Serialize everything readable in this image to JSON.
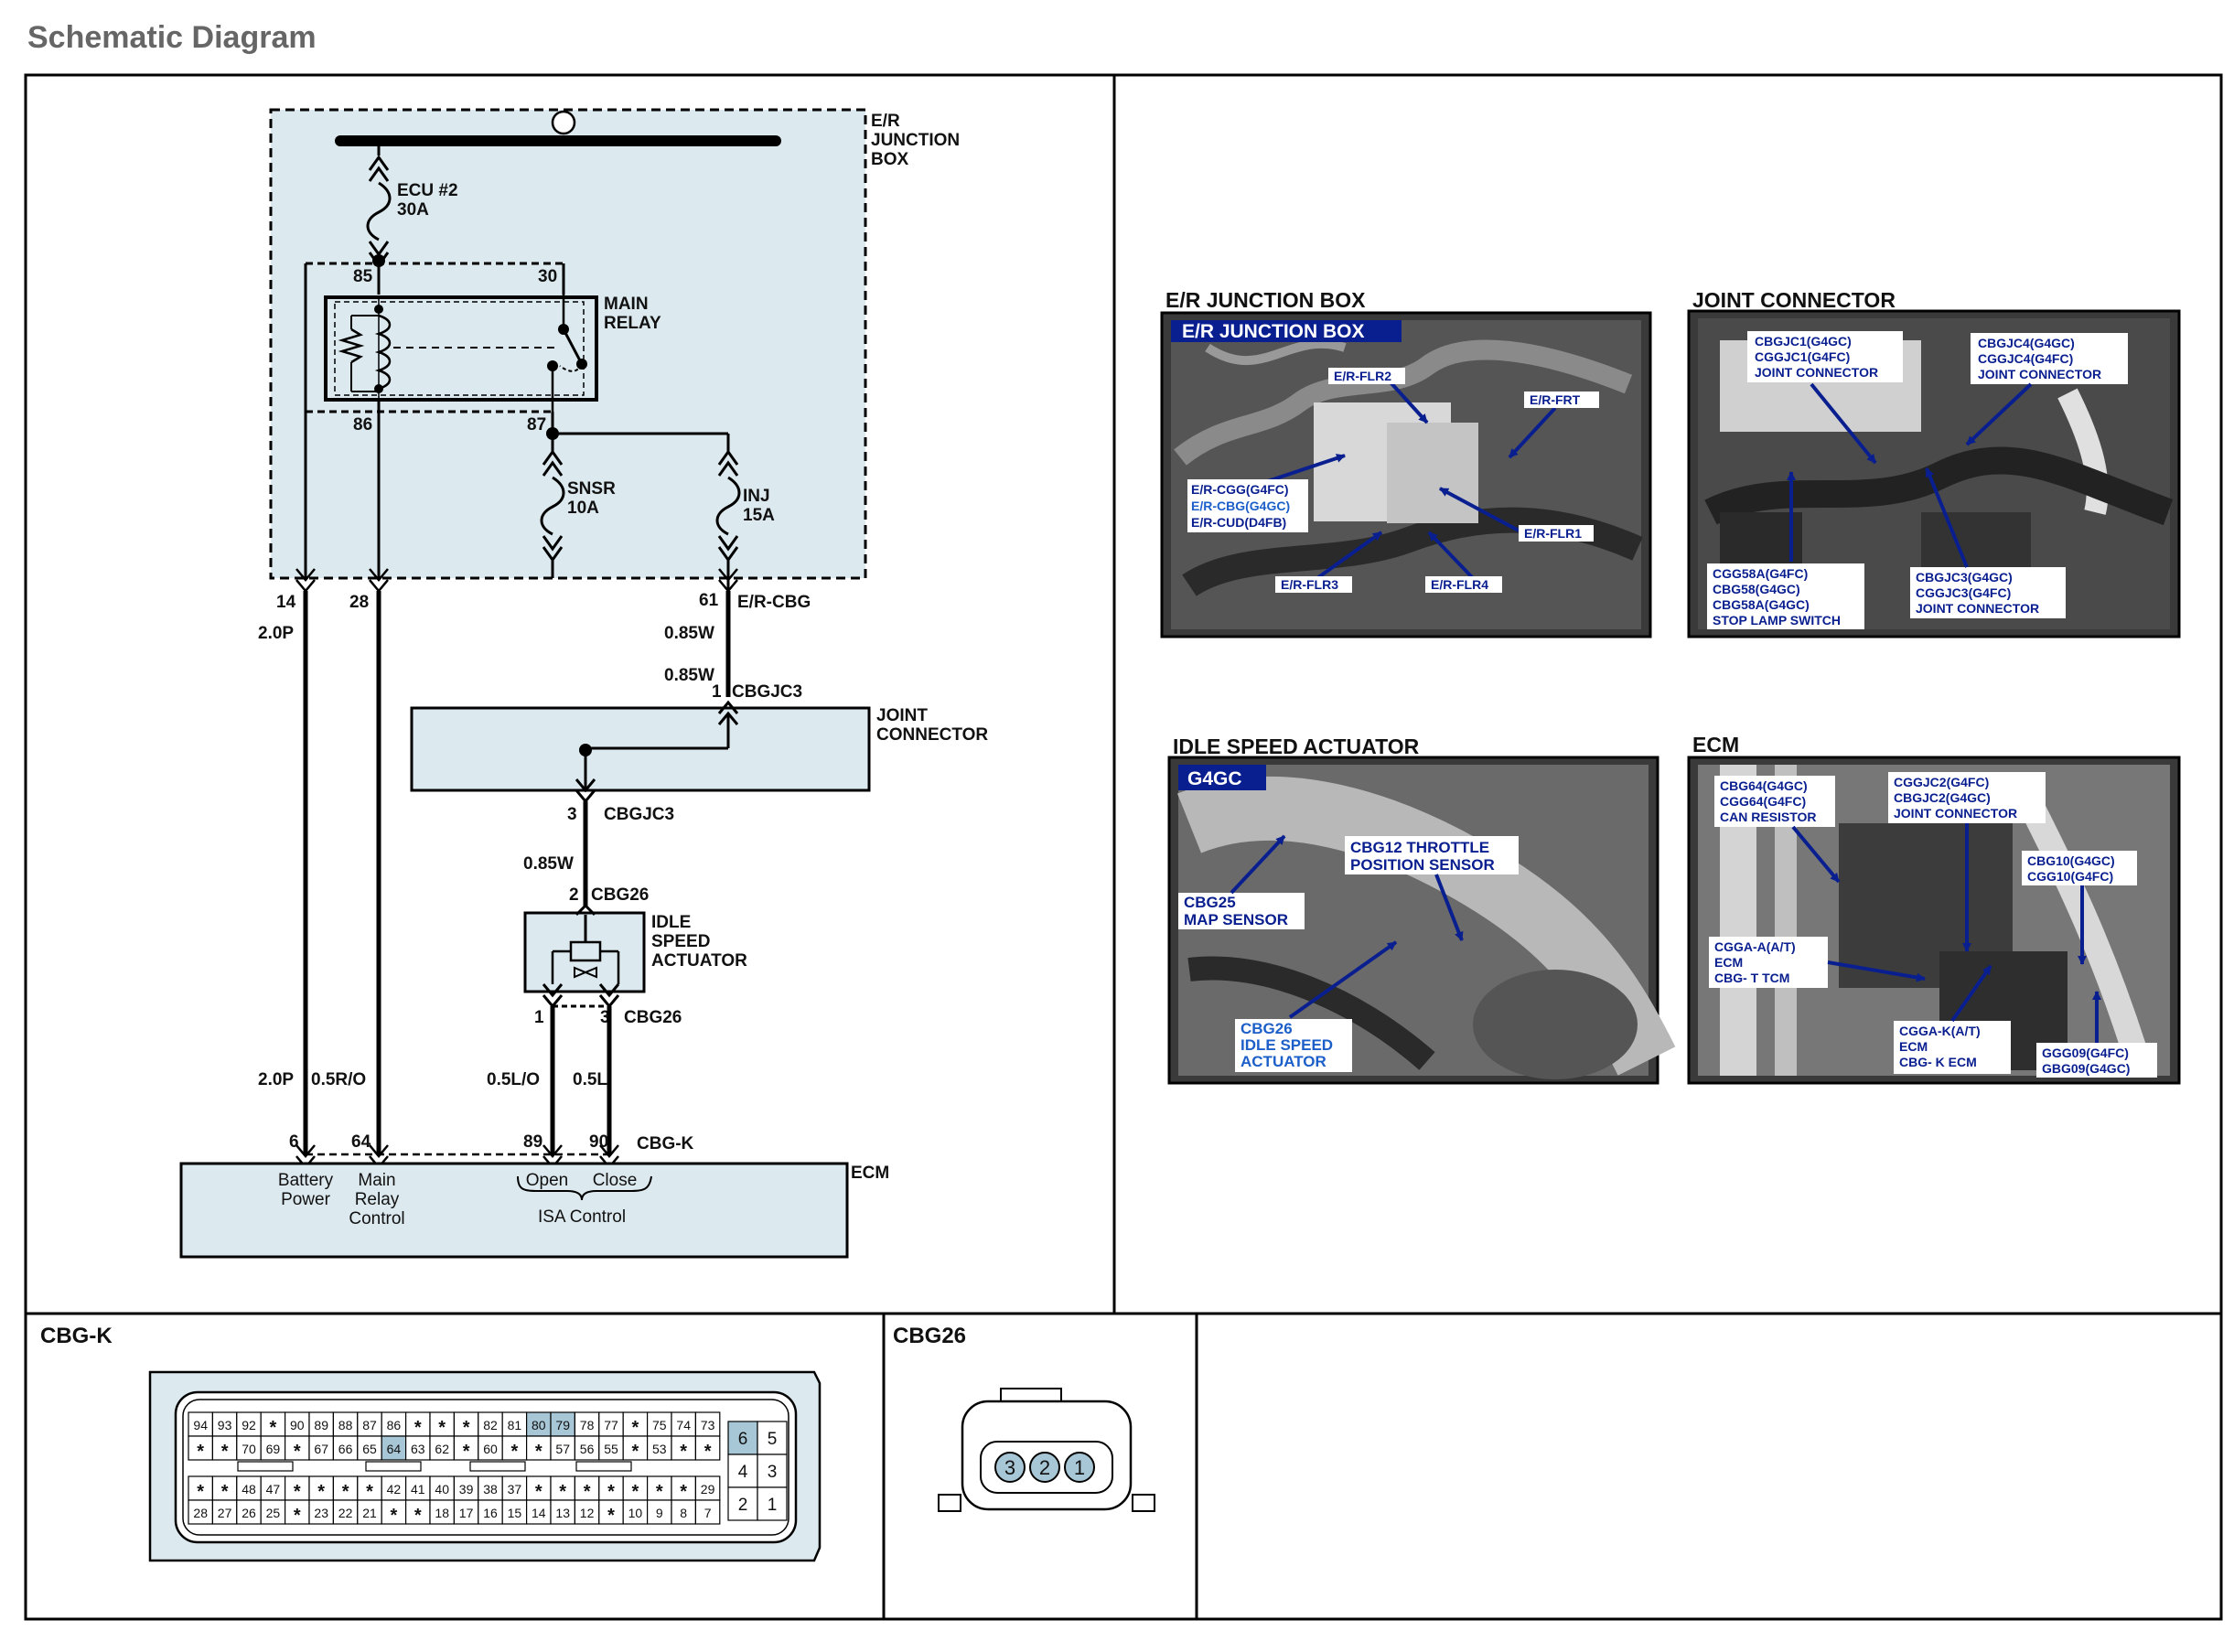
{
  "page_title": "Schematic Diagram",
  "schematic": {
    "junction_box": "E/R\nJUNCTION\nBOX",
    "fuse_ecu": "ECU #2\n30A",
    "fuse_snsr": "SNSR\n10A",
    "fuse_inj": "INJ\n15A",
    "main_relay": "MAIN\nRELAY",
    "relay_pins": {
      "p85": "85",
      "p30": "30",
      "p86": "86",
      "p87": "87"
    },
    "jb_pins": {
      "p14": "14",
      "p28": "28",
      "p61": "61",
      "conn": "E/R-CBG"
    },
    "wires": {
      "w20p_top": "2.0P",
      "w085w_a": "0.85W",
      "w085w_b": "0.85W",
      "w085w_c": "0.85W",
      "w20p_bot": "2.0P",
      "w05ro": "0.5R/O",
      "w05lo": "0.5L/O",
      "w05l": "0.5L"
    },
    "joint_connector": "JOINT\nCONNECTOR",
    "jc_pin1": "1",
    "jc_conn1": "CBGJC3",
    "jc_pin3": "3",
    "jc_conn3": "CBGJC3",
    "isa_pin2": "2",
    "isa_conn_top": "CBG26",
    "isa_label": "IDLE\nSPEED\nACTUATOR",
    "isa_pin1": "1",
    "isa_pin3": "3",
    "isa_conn_bot": "CBG26",
    "ecm_pins": {
      "p6": "6",
      "p64": "64",
      "p89": "89",
      "p90": "90",
      "conn": "CBG-K"
    },
    "ecm": "ECM",
    "ecm_battery": "Battery\nPower",
    "ecm_mainrelay": "Main\nRelay\nControl",
    "ecm_open": "Open",
    "ecm_close": "Close",
    "ecm_isa": "ISA Control"
  },
  "photos": {
    "er_jb": {
      "title": "E/R JUNCTION BOX",
      "banner": "E/R JUNCTION BOX",
      "callouts": {
        "flr2": "E/R-FLR2",
        "frt": "E/R-FRT",
        "cgg": "E/R-CGG(G4FC)",
        "cbg": "E/R-CBG(G4GC)",
        "cud": "E/R-CUD(D4FB)",
        "flr1": "E/R-FLR1",
        "flr3": "E/R-FLR3",
        "flr4": "E/R-FLR4"
      }
    },
    "joint": {
      "title": "JOINT CONNECTOR",
      "callouts": {
        "jc1": "CBGJC1(G4GC)\nCGGJC1(G4FC)\nJOINT CONNECTOR",
        "jc4": "CBGJC4(G4GC)\nCGGJC4(G4FC)\nJOINT CONNECTOR",
        "stop": "CGG58A(G4FC)\nCBG58(G4GC)\nCBG58A(G4GC)\nSTOP LAMP SWITCH",
        "jc3": "CBGJC3(G4GC)\nCGGJC3(G4FC)\nJOINT CONNECTOR"
      }
    },
    "isa": {
      "title": "IDLE SPEED ACTUATOR",
      "banner": "G4GC",
      "callouts": {
        "tps": "CBG12 THROTTLE\nPOSITION SENSOR",
        "map": "CBG25\nMAP SENSOR",
        "isa": "CBG26\nIDLE SPEED\nACTUATOR"
      }
    },
    "ecm": {
      "title": "ECM",
      "callouts": {
        "can": "CBG64(G4GC)\nCGG64(G4FC)\nCAN RESISTOR",
        "jc2": "CGGJC2(G4FC)\nCBGJC2(G4GC)\nJOINT CONNECTOR",
        "g10": "CBG10(G4GC)\nCGG10(G4FC)",
        "cgga": "CGGA-A(A/T)\nECM\nCBG- T TCM",
        "cggak": "CGGA-K(A/T)\nECM\nCBG- K ECM",
        "g09": "GGG09(G4FC)\nGBG09(G4GC)"
      }
    }
  },
  "connectors": {
    "cbgk": {
      "title": "CBG-K",
      "rows": [
        [
          "94",
          "93",
          "92",
          "*",
          "90",
          "89",
          "88",
          "87",
          "86",
          "*",
          "*",
          "*",
          "82",
          "81",
          "80",
          "79",
          "78",
          "77",
          "*",
          "75",
          "74",
          "73"
        ],
        [
          "*",
          "*",
          "70",
          "69",
          "*",
          "67",
          "66",
          "65",
          "64",
          "63",
          "62",
          "*",
          "60",
          "*",
          "*",
          "57",
          "56",
          "55",
          "*",
          "53",
          "*",
          "*"
        ],
        [
          "*",
          "*",
          "48",
          "47",
          "*",
          "*",
          "*",
          "*",
          "42",
          "41",
          "40",
          "39",
          "38",
          "37",
          "*",
          "*",
          "*",
          "*",
          "*",
          "*",
          "*",
          "29"
        ],
        [
          "28",
          "27",
          "26",
          "25",
          "*",
          "23",
          "22",
          "21",
          "*",
          "*",
          "18",
          "17",
          "16",
          "15",
          "14",
          "13",
          "12",
          "*",
          "10",
          "9",
          "8",
          "7"
        ]
      ],
      "side": [
        [
          "6",
          "5"
        ],
        [
          "4",
          "3"
        ],
        [
          "2",
          "1"
        ]
      ]
    },
    "cbg26": {
      "title": "CBG26",
      "pins": [
        "3",
        "2",
        "1"
      ]
    }
  },
  "colors": {
    "panel": "#dce9ee",
    "pin_highlight": "#a8c7d6",
    "callout": "#0a1f8f",
    "callout_alt": "#1c5fc9",
    "frame": "#000000"
  }
}
